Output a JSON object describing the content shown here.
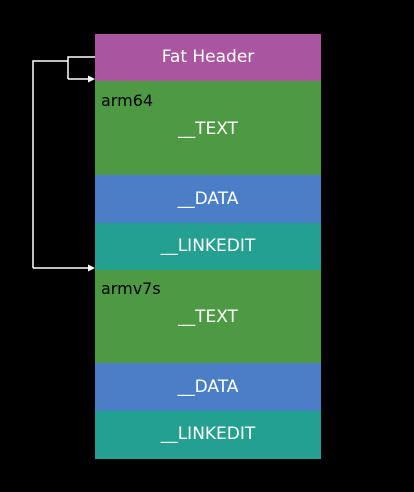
{
  "fat_header": {
    "label": "Fat Header",
    "color": "#a955a0"
  },
  "slices": [
    {
      "arch": "arm64",
      "segments": [
        {
          "label": "__TEXT",
          "color": "#4d9944"
        },
        {
          "label": "__DATA",
          "color": "#4a7fc8"
        },
        {
          "label": "__LINKEDIT",
          "color": "#23a08f"
        }
      ]
    },
    {
      "arch": "armv7s",
      "segments": [
        {
          "label": "__TEXT",
          "color": "#4d9944"
        },
        {
          "label": "__DATA",
          "color": "#4a7fc8"
        },
        {
          "label": "__LINKEDIT",
          "color": "#23a08f"
        }
      ]
    }
  ],
  "background": "#000000",
  "arrow_color": "#ffffff"
}
